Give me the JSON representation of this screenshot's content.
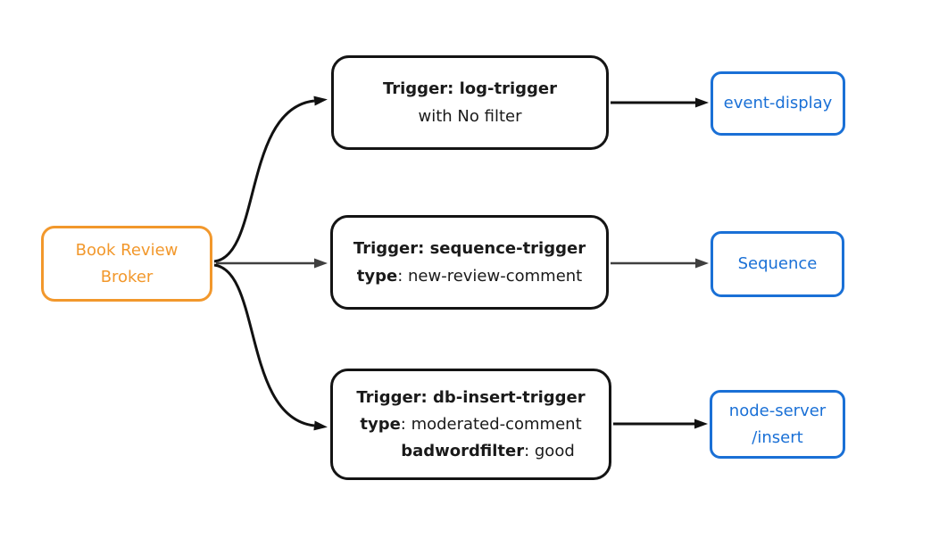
{
  "colors": {
    "orange": "#F2982C",
    "blue": "#1A70D6",
    "edge_black": "#111111",
    "edge_gray": "#3F3F3F",
    "text_dark": "#1A1A1A"
  },
  "broker": {
    "line1": "Book Review",
    "line2": "Broker"
  },
  "triggers": {
    "log": {
      "title": "Trigger: log-trigger",
      "subtitle": "with No filter"
    },
    "sequence": {
      "title": "Trigger: sequence-trigger",
      "attr1_key": "type",
      "attr1_val": ": new-review-comment"
    },
    "db": {
      "title": "Trigger: db-insert-trigger",
      "attr1_key": "type",
      "attr1_val": ": moderated-comment",
      "attr2_key": "badwordfilter",
      "attr2_val": ": good"
    }
  },
  "sinks": {
    "event_display": {
      "label": "event-display"
    },
    "sequence": {
      "label": "Sequence"
    },
    "node_server": {
      "line1": "node-server",
      "line2": "/insert"
    }
  }
}
